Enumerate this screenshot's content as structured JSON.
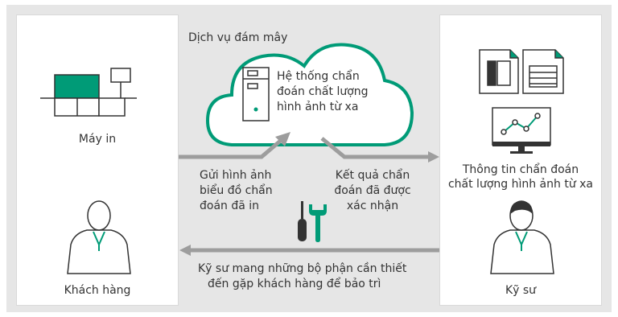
{
  "cloud_label": "Dịch vụ đám mây",
  "system": {
    "line1": "Hệ thống chẩn",
    "line2": "đoán chất lượng",
    "line3": "hình ảnh từ xa"
  },
  "left_panel": {
    "printer_label": "Máy in",
    "customer_label": "Khách hàng"
  },
  "right_panel": {
    "info_line1": "Thông tin chẩn đoán",
    "info_line2": "chất lượng hình ảnh từ xa",
    "engineer_label": "Kỹ sư"
  },
  "arrows": {
    "send": {
      "line1": "Gửi hình ảnh",
      "line2": "biểu đồ chẩn",
      "line3": "đoán đã in"
    },
    "result": {
      "line1": "Kết quả chẩn",
      "line2": "đoán đã được",
      "line3": "xác nhận"
    },
    "visit": {
      "line1": "Kỹ sư mang những bộ phận cần thiết",
      "line2": "đến gặp khách hàng để bảo trì"
    }
  },
  "icons": [
    "printer-icon",
    "customer-icon",
    "server-icon",
    "report-icon",
    "chart-monitor-icon",
    "engineer-icon",
    "tools-icon"
  ],
  "colors": {
    "accent": "#009b77",
    "arrow": "#9d9d9d",
    "frame": "#e6e6e6",
    "dark": "#333333"
  }
}
